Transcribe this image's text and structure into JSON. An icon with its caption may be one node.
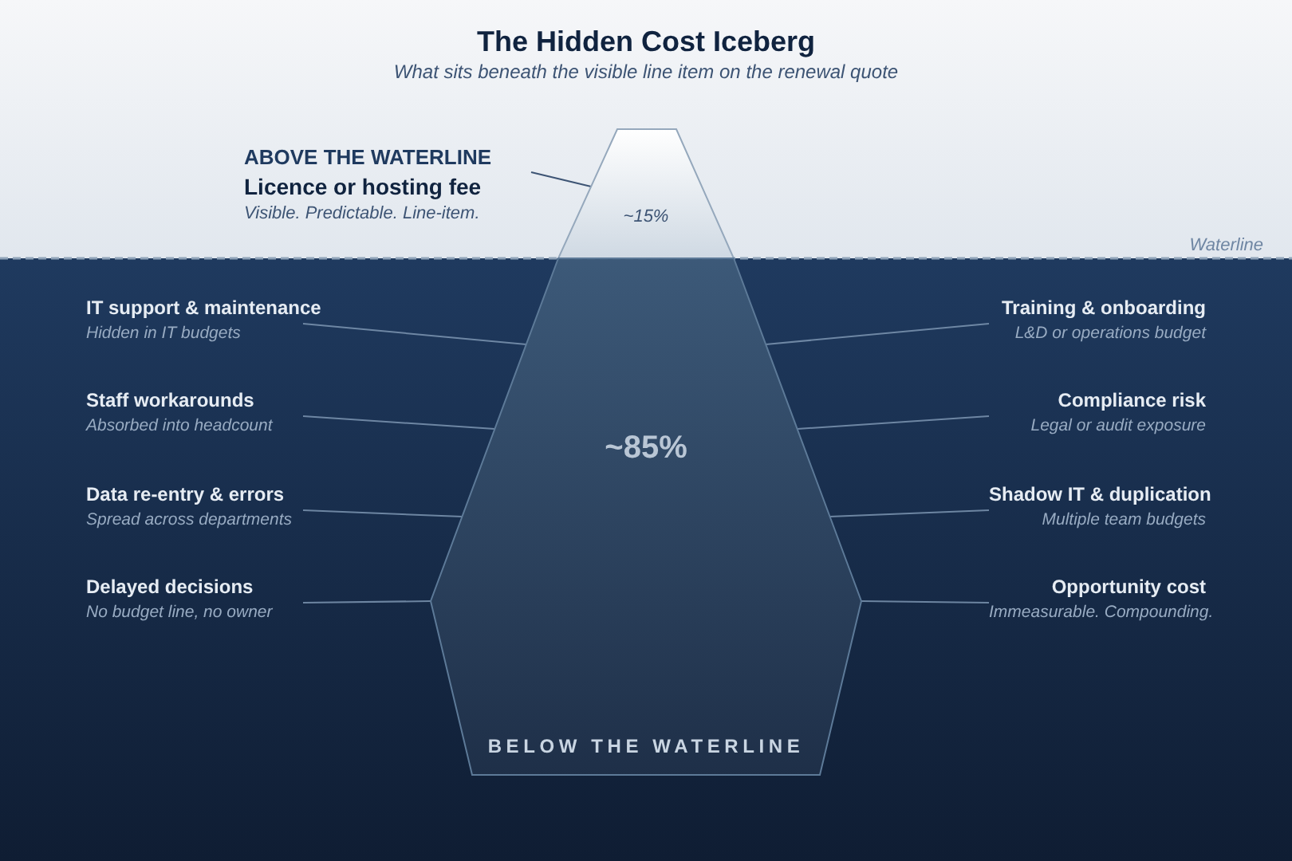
{
  "diagram": {
    "title": "The Hidden Cost Iceberg",
    "nodes": [
      {
        "text": [
          "~15%"
        ]
      },
      {
        "text": [
          "ABOVE THE WATERLINE",
          "Licence or hosting fee",
          "Visible. Predictable. Line-item."
        ]
      },
      {
        "text": [
          "~85%",
          "BELOW THE WATERLINE"
        ]
      },
      {
        "text": [
          "IT support & maintenance",
          "Hidden in IT budgets"
        ]
      },
      {
        "text": [
          "Training & onboarding",
          "L&D or operations budget"
        ]
      },
      {
        "text": [
          "Staff workarounds",
          "Absorbed into headcount"
        ]
      },
      {
        "text": [
          "Compliance risk",
          "Legal or audit exposure"
        ]
      },
      {
        "text": [
          "Data re-entry & errors",
          "Spread across departments"
        ]
      },
      {
        "text": [
          "Shadow IT & duplication",
          "Multiple team budgets"
        ]
      },
      {
        "text": [
          "Delayed decisions",
          "No budget line, no owner"
        ]
      },
      {
        "text": [
          "Opportunity cost",
          "Immeasurable. Compounding."
        ]
      }
    ],
    "edges": [
      {
        "from": 1,
        "to": 0,
        "arrow": "none",
        "color": "#3d5474"
      },
      {
        "from": 3,
        "to": 2,
        "arrow": "none"
      },
      {
        "from": 4,
        "to": 2,
        "arrow": "none"
      },
      {
        "from": 5,
        "to": 2,
        "arrow": "none"
      },
      {
        "from": 6,
        "to": 2,
        "arrow": "none"
      },
      {
        "from": 7,
        "to": 2,
        "arrow": "none"
      },
      {
        "from": 8,
        "to": 2,
        "arrow": "none"
      },
      {
        "from": 9,
        "to": 2,
        "arrow": "none"
      },
      {
        "from": 10,
        "to": 2,
        "arrow": "none"
      }
    ],
    "labels": [
      "What sits beneath the visible line item on the renewal quote",
      "Waterline"
    ]
  }
}
